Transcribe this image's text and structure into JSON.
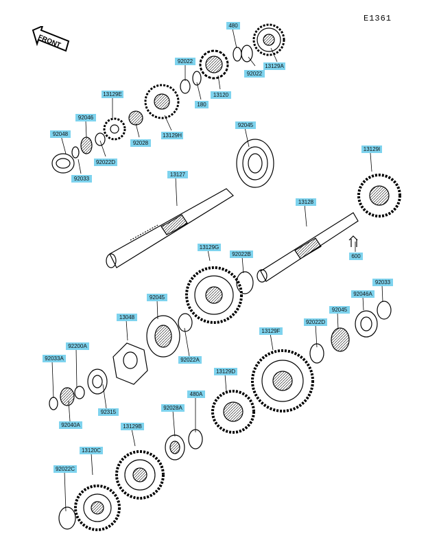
{
  "figure_id": "E1361",
  "direction_label": "FRONT",
  "parts": {
    "p480": "480",
    "p13129A": "13129A",
    "p92022_top": "92022",
    "p92022_r": "92022",
    "p13120": "13120",
    "p180": "180",
    "p13129E": "13129E",
    "p92046": "92046",
    "p92048": "92048",
    "p92022D_top": "92022D",
    "p92028": "92028",
    "p13129H": "13129H",
    "p92033_top": "92033",
    "p92045_top": "92045",
    "p13127": "13127",
    "p13128": "13128",
    "p13129I": "13129I",
    "p600": "600",
    "p13129G": "13129G",
    "p92022B": "92022B",
    "p92033_r": "92033",
    "p92045_mid": "92045",
    "p13048": "13048",
    "p92046A": "92046A",
    "p92022D_r": "92022D",
    "p92045_r": "92045",
    "p13129F": "13129F",
    "p92033A": "92033A",
    "p92200A": "92200A",
    "p92022A": "92022A",
    "p13129D": "13129D",
    "p92315": "92315",
    "p480A": "480A",
    "p92028A": "92028A",
    "p92040A": "92040A",
    "p13129B": "13129B",
    "p13120C": "13120C",
    "p92022C": "92022C"
  }
}
